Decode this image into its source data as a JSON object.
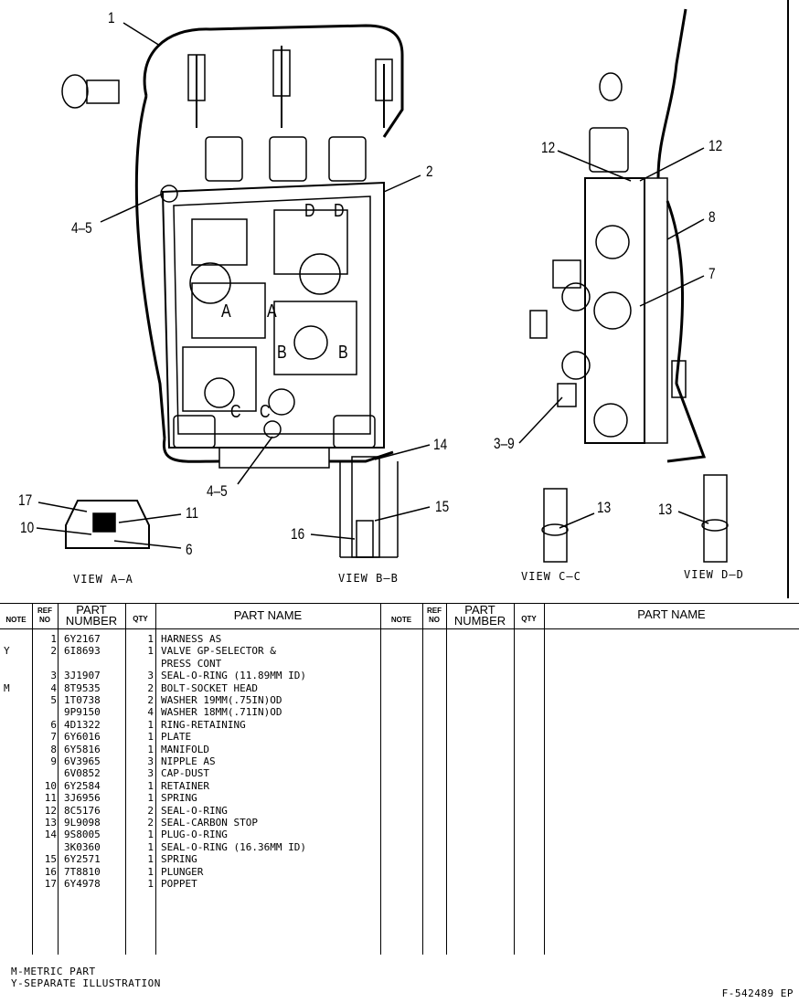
{
  "callouts": [
    "1",
    "2",
    "4–5",
    "12",
    "12",
    "8",
    "7",
    "3–9",
    "14",
    "15",
    "16",
    "4–5",
    "17",
    "11",
    "10",
    "6",
    "13",
    "13"
  ],
  "labels": {
    "section_a": [
      "A",
      "A"
    ],
    "section_b": [
      "B",
      "B"
    ],
    "section_c": [
      "C",
      "C"
    ],
    "section_d": [
      "D",
      "D"
    ]
  },
  "views": [
    "VIEW  A–A",
    "VIEW  B–B",
    "VIEW  C–C",
    "VIEW  D–D"
  ],
  "table": {
    "headers": {
      "note": "NOTE",
      "ref_no": "REF\nNO",
      "part_number": "PART\nNUMBER",
      "qty": "QTY",
      "part_name": "PART NAME"
    },
    "rows": [
      {
        "note": "",
        "ref": "1",
        "part_number": "6Y2167",
        "qty": "1",
        "name": "HARNESS AS"
      },
      {
        "note": "Y",
        "ref": "2",
        "part_number": "6I8693",
        "qty": "1",
        "name": "VALVE GP-SELECTOR &"
      },
      {
        "note": "",
        "ref": "",
        "part_number": "",
        "qty": "",
        "name": "PRESS CONT"
      },
      {
        "note": "",
        "ref": "3",
        "part_number": "3J1907",
        "qty": "3",
        "name": "SEAL-O-RING (11.89MM ID)"
      },
      {
        "note": "M",
        "ref": "4",
        "part_number": "8T9535",
        "qty": "2",
        "name": "BOLT-SOCKET HEAD"
      },
      {
        "note": "",
        "ref": "5",
        "part_number": "1T0738",
        "qty": "2",
        "name": "WASHER 19MM(.75IN)OD"
      },
      {
        "note": "",
        "ref": "",
        "part_number": "9P9150",
        "qty": "4",
        "name": "WASHER 18MM(.71IN)OD"
      },
      {
        "note": "",
        "ref": "6",
        "part_number": "4D1322",
        "qty": "1",
        "name": "RING-RETAINING"
      },
      {
        "note": "",
        "ref": "7",
        "part_number": "6Y6016",
        "qty": "1",
        "name": "PLATE"
      },
      {
        "note": "",
        "ref": "8",
        "part_number": "6Y5816",
        "qty": "1",
        "name": "MANIFOLD"
      },
      {
        "note": "",
        "ref": "9",
        "part_number": "6V3965",
        "qty": "3",
        "name": "NIPPLE AS"
      },
      {
        "note": "",
        "ref": "",
        "part_number": "6V0852",
        "qty": "3",
        "name": "CAP-DUST"
      },
      {
        "note": "",
        "ref": "10",
        "part_number": "6Y2584",
        "qty": "1",
        "name": "RETAINER"
      },
      {
        "note": "",
        "ref": "11",
        "part_number": "3J6956",
        "qty": "1",
        "name": "SPRING"
      },
      {
        "note": "",
        "ref": "12",
        "part_number": "8C5176",
        "qty": "2",
        "name": "SEAL-O-RING"
      },
      {
        "note": "",
        "ref": "13",
        "part_number": "9L9098",
        "qty": "2",
        "name": "SEAL-CARBON STOP"
      },
      {
        "note": "",
        "ref": "14",
        "part_number": "9S8005",
        "qty": "1",
        "name": "PLUG-O-RING"
      },
      {
        "note": "",
        "ref": "",
        "part_number": "3K0360",
        "qty": "1",
        "name": "SEAL-O-RING (16.36MM ID)"
      },
      {
        "note": "",
        "ref": "15",
        "part_number": "6Y2571",
        "qty": "1",
        "name": "SPRING"
      },
      {
        "note": "",
        "ref": "16",
        "part_number": "7T8810",
        "qty": "1",
        "name": "PLUNGER"
      },
      {
        "note": "",
        "ref": "17",
        "part_number": "6Y4978",
        "qty": "1",
        "name": "POPPET"
      }
    ]
  },
  "footnotes": [
    "M-METRIC PART",
    "Y-SEPARATE ILLUSTRATION"
  ],
  "figure_code": "F-542489 EP"
}
